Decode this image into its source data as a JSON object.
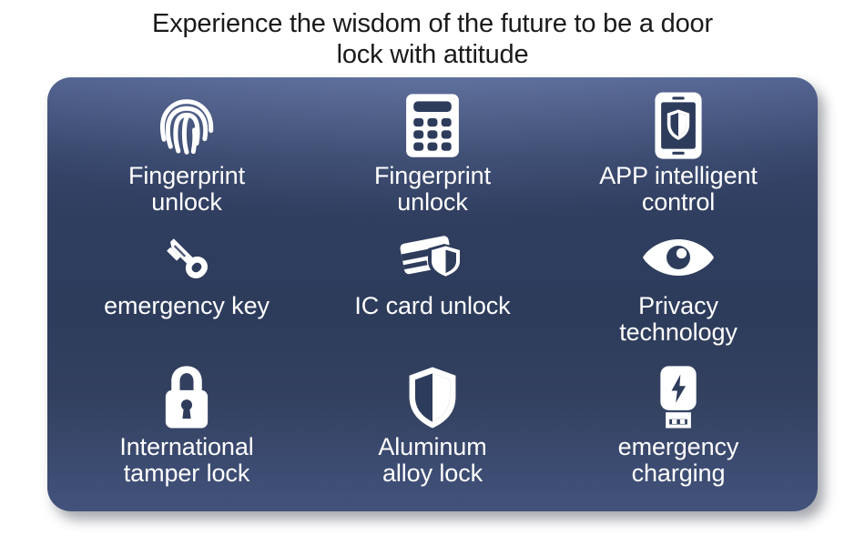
{
  "title": {
    "line1": "Experience the wisdom of the future to be a door",
    "line2": "lock with attitude"
  },
  "colors": {
    "page_background": "#ffffff",
    "title_text": "#1a1a1a",
    "panel_top": "#4d5e8c",
    "panel_middle": "#2e3c5c",
    "panel_bottom": "#42527b",
    "icon_white": "#ffffff",
    "label_text": "#ffffff"
  },
  "panel": {
    "features": [
      {
        "icon": "fingerprint-icon",
        "label": "Fingerprint\nunlock"
      },
      {
        "icon": "keypad-icon",
        "label": "Fingerprint\nunlock"
      },
      {
        "icon": "phone-shield-icon",
        "label": "APP intelligent\ncontrol"
      },
      {
        "icon": "key-icon",
        "label": "emergency key"
      },
      {
        "icon": "card-shield-icon",
        "label": "IC card unlock"
      },
      {
        "icon": "eye-icon",
        "label": "Privacy\ntechnology"
      },
      {
        "icon": "padlock-icon",
        "label": "International\ntamper lock"
      },
      {
        "icon": "shield-icon",
        "label": "Aluminum\nalloy lock"
      },
      {
        "icon": "power-bank-bolt-icon",
        "label": "emergency\ncharging"
      }
    ]
  }
}
